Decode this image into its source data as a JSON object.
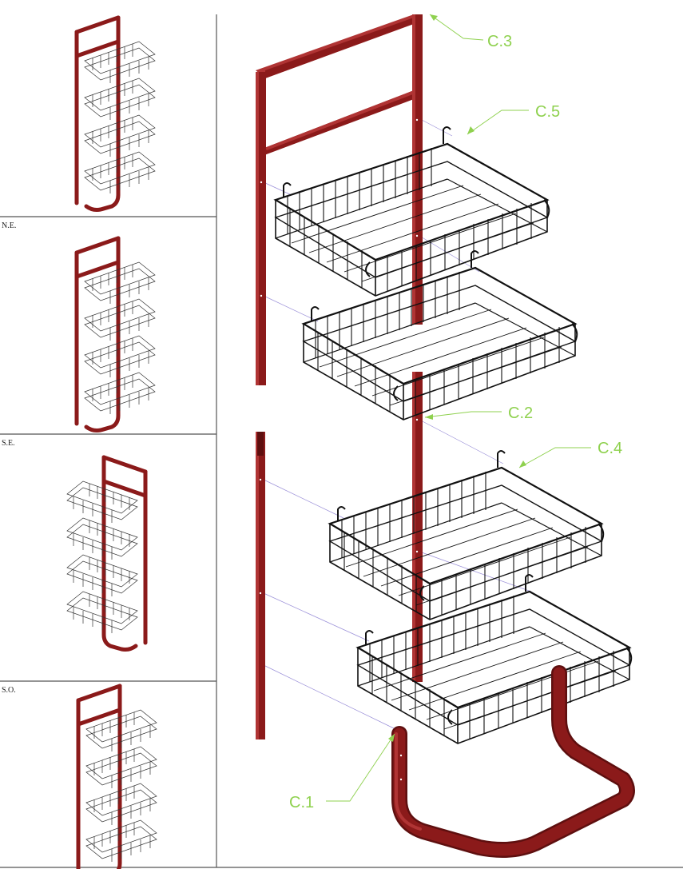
{
  "views": [
    {
      "id": "iso-1",
      "label": ""
    },
    {
      "id": "iso-ne",
      "label": "N.E."
    },
    {
      "id": "iso-se",
      "label": "S.E."
    },
    {
      "id": "iso-so",
      "label": "S.O."
    }
  ],
  "callouts": [
    {
      "id": "c3",
      "label": "C.3"
    },
    {
      "id": "c5",
      "label": "C.5"
    },
    {
      "id": "c2",
      "label": "C.2"
    },
    {
      "id": "c4",
      "label": "C.4"
    },
    {
      "id": "c1",
      "label": "C.1"
    }
  ],
  "colors": {
    "frame": "#8b1a1a",
    "frame_shade": "#5e0f0f",
    "frame_light": "#b03434",
    "wire": "#111111",
    "callout": "#8fd14f",
    "guide": "#9a8fd8",
    "divider": "#555555"
  }
}
